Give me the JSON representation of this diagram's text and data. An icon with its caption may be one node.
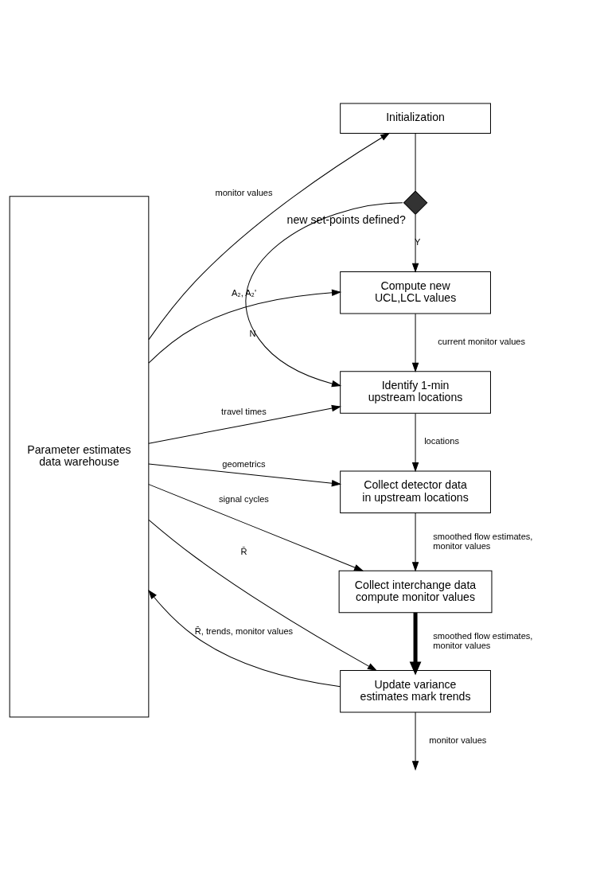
{
  "diagram": {
    "nodes": [
      {
        "text": [
          "Parameter estimates data warehouse"
        ]
      },
      {
        "text": [
          "Initialization"
        ]
      },
      {
        "text": [],
        "shape": "diamond",
        "beside": [
          "new set-points defined?"
        ]
      },
      {
        "text": [
          "Compute new UCL,LCL values"
        ]
      },
      {
        "text": [
          "Identify 1-min upstream locations"
        ]
      },
      {
        "text": [
          "Collect detector data in upstream locations"
        ]
      },
      {
        "text": [
          "Collect interchange data compute monitor values"
        ]
      },
      {
        "text": [
          "Update variance estimates mark trends"
        ]
      }
    ],
    "edges": [
      {
        "from": 0,
        "to": 1,
        "arrow": "to",
        "label": "monitor values"
      },
      {
        "from": 1,
        "to": 2,
        "arrow": "none"
      },
      {
        "from": 2,
        "to": 3,
        "arrow": "to",
        "label": "Y"
      },
      {
        "from": 2,
        "to": 4,
        "arrow": "to",
        "label": "N"
      },
      {
        "from": 0,
        "to": 3,
        "arrow": "to",
        "label": "A₂, A₂'"
      },
      {
        "from": 3,
        "to": 4,
        "arrow": "to",
        "label": "current monitor values"
      },
      {
        "from": 0,
        "to": 4,
        "arrow": "to",
        "label": "travel times"
      },
      {
        "from": 4,
        "to": 5,
        "arrow": "to",
        "label": "locations"
      },
      {
        "from": 0,
        "to": 5,
        "arrow": "to",
        "label": "geometrics"
      },
      {
        "from": 5,
        "to": 6,
        "arrow": "to",
        "label": "smoothed flow estimates, monitor values"
      },
      {
        "from": 0,
        "to": 6,
        "arrow": "to",
        "label": "signal cycles"
      },
      {
        "from": 6,
        "to": 7,
        "arrow": "to",
        "label": "smoothed flow estimates, monitor values",
        "style": "thick"
      },
      {
        "from": 0,
        "to": 7,
        "arrow": "to",
        "label": "R̄"
      },
      {
        "from": 7,
        "to": 0,
        "arrow": "to",
        "label": "R̄, trends, monitor values"
      },
      {
        "from": 7,
        "to": null,
        "arrow": "to",
        "label": "monitor values"
      }
    ]
  }
}
